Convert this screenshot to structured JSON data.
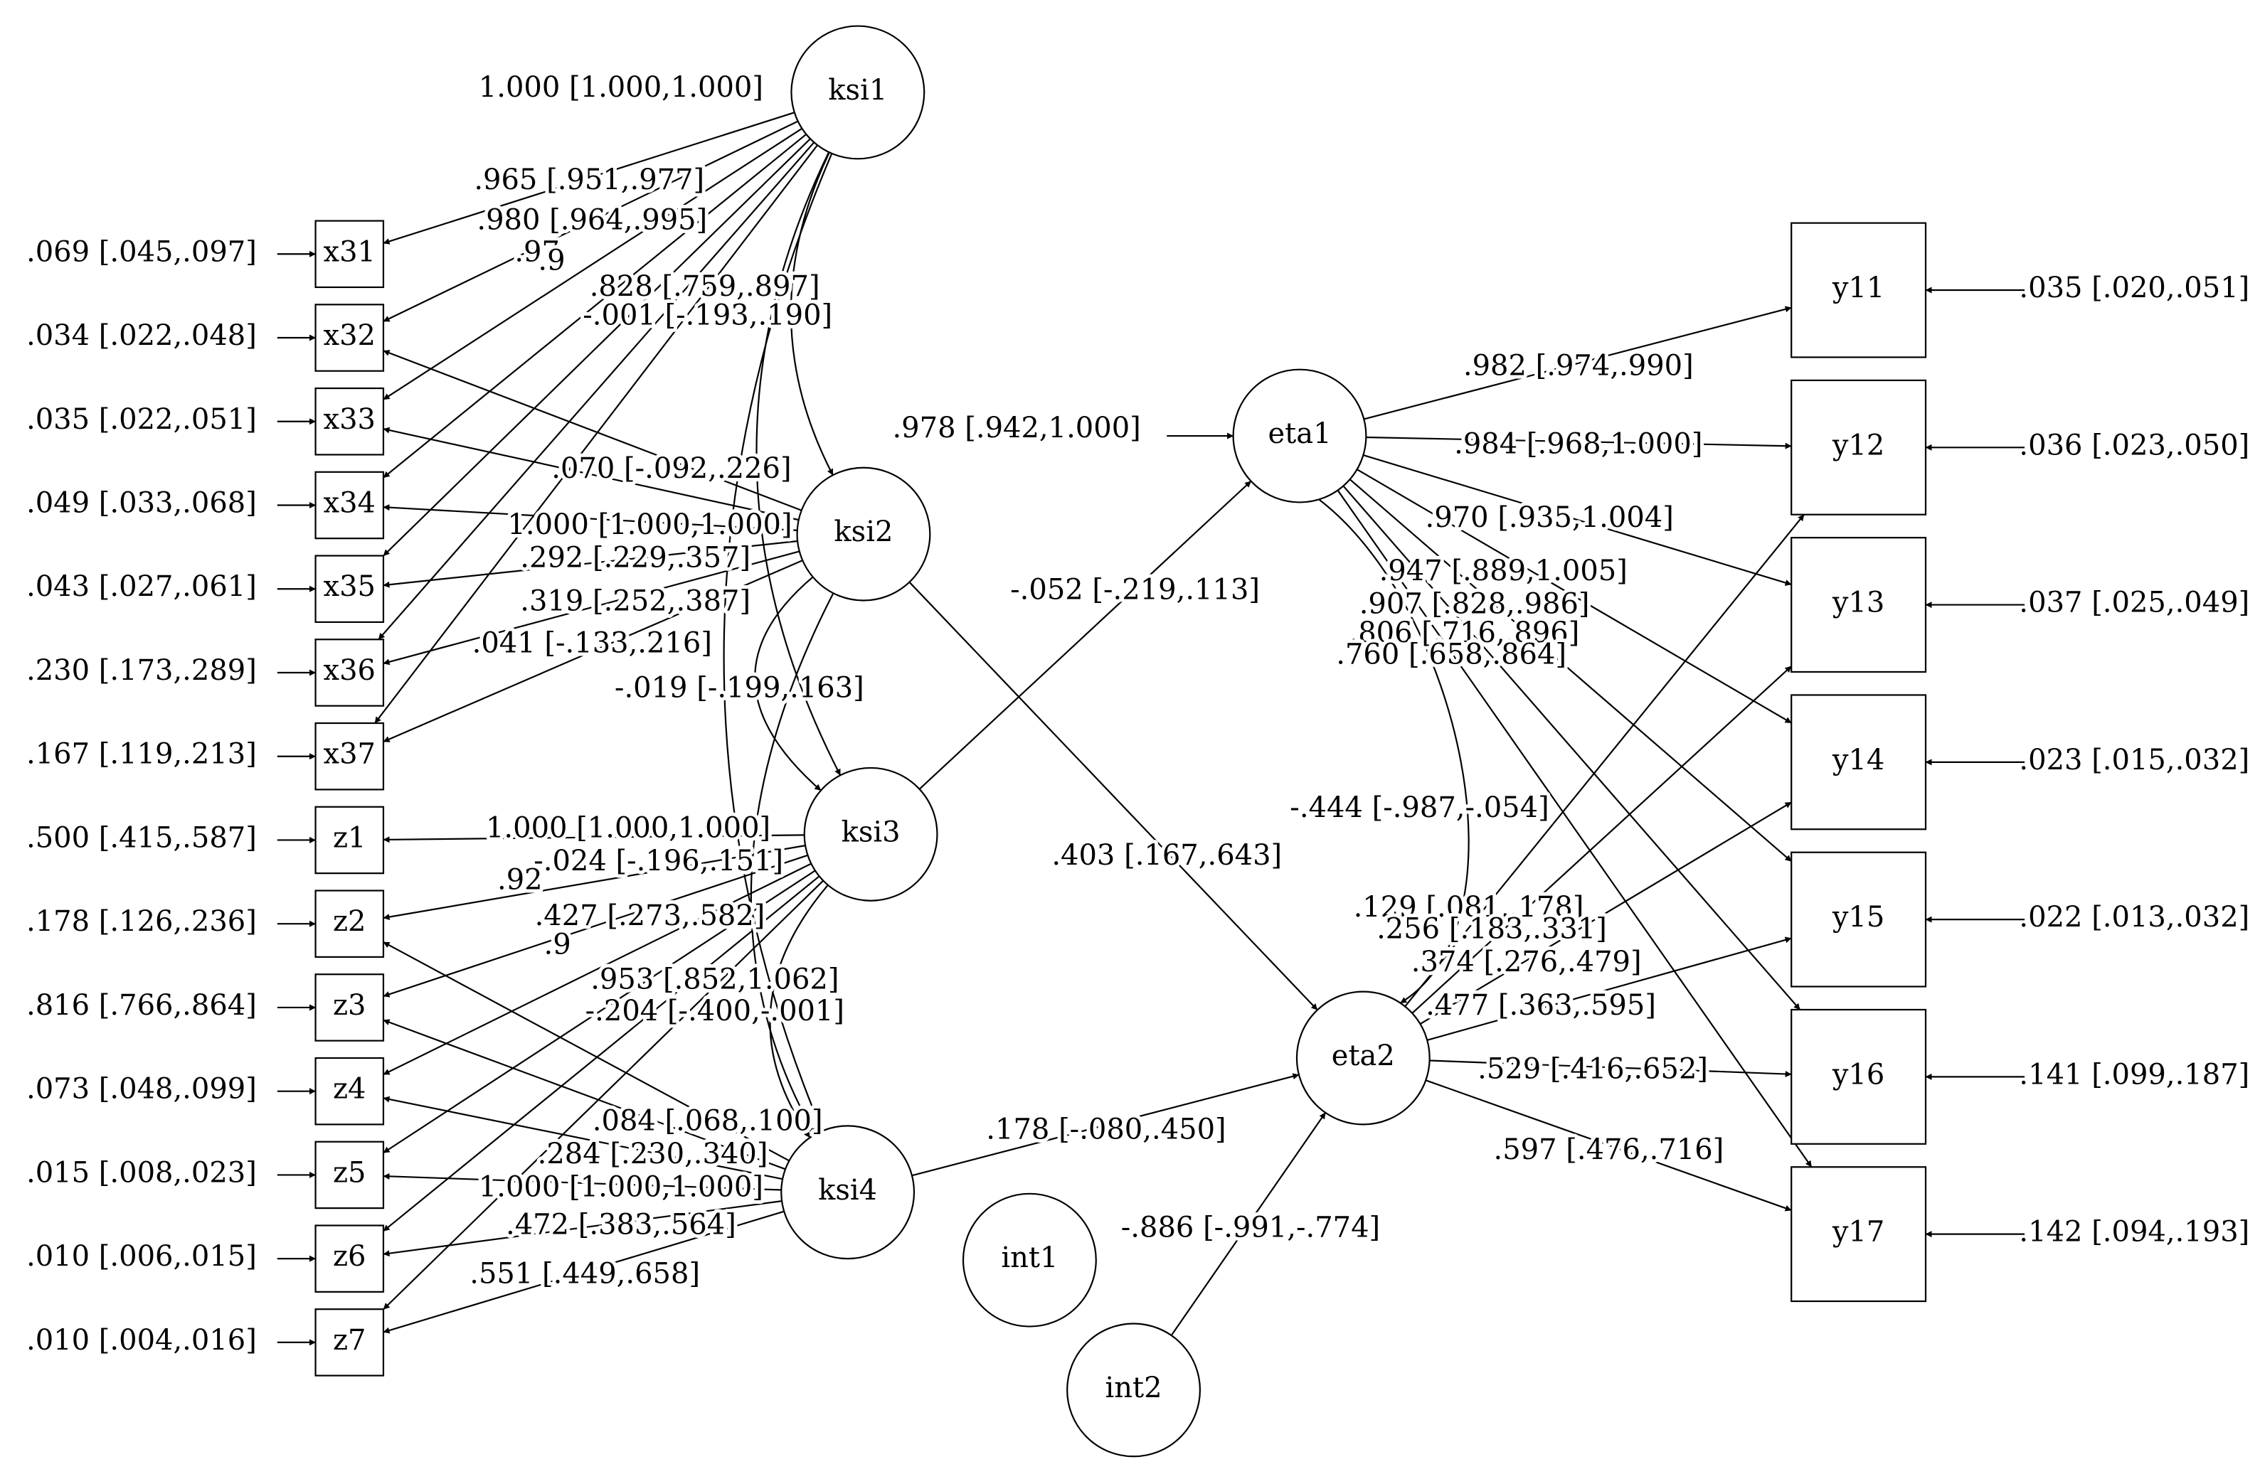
{
  "nodes": {
    "ksi1": {
      "label": "ksi1"
    },
    "ksi2": {
      "label": "ksi2"
    },
    "ksi3": {
      "label": "ksi3"
    },
    "ksi4": {
      "label": "ksi4"
    },
    "eta1": {
      "label": "eta1"
    },
    "eta2": {
      "label": "eta2"
    },
    "int1": {
      "label": "int1"
    },
    "int2": {
      "label": "int2"
    },
    "x31": {
      "label": "x31"
    },
    "x32": {
      "label": "x32"
    },
    "x33": {
      "label": "x33"
    },
    "x34": {
      "label": "x34"
    },
    "x35": {
      "label": "x35"
    },
    "x36": {
      "label": "x36"
    },
    "x37": {
      "label": "x37"
    },
    "z1": {
      "label": "z1"
    },
    "z2": {
      "label": "z2"
    },
    "z3": {
      "label": "z3"
    },
    "z4": {
      "label": "z4"
    },
    "z5": {
      "label": "z5"
    },
    "z6": {
      "label": "z6"
    },
    "z7": {
      "label": "z7"
    },
    "y11": {
      "label": "y11"
    },
    "y12": {
      "label": "y12"
    },
    "y13": {
      "label": "y13"
    },
    "y14": {
      "label": "y14"
    },
    "y15": {
      "label": "y15"
    },
    "y16": {
      "label": "y16"
    },
    "y17": {
      "label": "y17"
    }
  },
  "residuals": {
    "x31": ".069 [.045,.097]",
    "x32": ".034 [.022,.048]",
    "x33": ".035 [.022,.051]",
    "x34": ".049 [.033,.068]",
    "x35": ".043 [.027,.061]",
    "x36": ".230 [.173,.289]",
    "x37": ".167 [.119,.213]",
    "z1": ".500 [.415,.587]",
    "z2": ".178 [.126,.236]",
    "z3": ".816 [.766,.864]",
    "z4": ".073 [.048,.099]",
    "z5": ".015 [.008,.023]",
    "z6": ".010 [.006,.015]",
    "z7": ".010 [.004,.016]",
    "y11": ".035 [.020,.051]",
    "y12": ".036 [.023,.050]",
    "y13": ".037 [.025,.049]",
    "y14": ".023 [.015,.032]",
    "y15": ".022 [.013,.032]",
    "y16": ".141 [.099,.187]",
    "y17": ".142 [.094,.193]",
    "eta1": ".978 [.942,1.000]"
  },
  "edge_labels": {
    "ksi1_x31": "1.000 [1.000,1.000]",
    "ksi1_x32": ".965 [.951,.977]",
    "ksi1_x33": ".980 [.964,.995]",
    "ksi1_x34": ".97",
    "ksi1_x35": ".9",
    "ksi1_x36": ".828 [.759,.897]",
    "ksi1_x37": "-.001 [-.193,.190]",
    "ksi2_x32": ".070 [-.092,.226]",
    "ksi2_x35": "1.000 [1.000,1.000]",
    "ksi2_x36": ".292 [.229,.357]",
    "ksi2_x37": ".319 [.252,.387]",
    "ksi2_x34": ".041 [-.133,.216]",
    "ksi1_ksi3": "-.019 [-.199,.163]",
    "ksi3_z1": "1.000 [1.000,1.000]",
    "ksi2_ksi3": "-.024 [-.196,.151]",
    "ksi3_z2": ".92",
    "ksi3_z3": ".427 [.273,.582]",
    "ksi3_z4": ".9",
    "ksi3_z5": ".953 [.852,1.062]",
    "ksi2_ksi4": "-.204 [-.400,-.001]",
    "ksi4_z2": ".084 [.068,.100]",
    "ksi4_z3": ".284 [.230,.340]",
    "ksi4_z5": "1.000 [1.000,1.000]",
    "ksi4_z6": ".472 [.383,.564]",
    "ksi4_z7": ".551 [.449,.658]",
    "ksi3_eta1": "-.052 [-.219,.113]",
    "ksi2_eta2": ".403 [.167,.643]",
    "ksi4_eta2": ".178 [-.080,.450]",
    "int2_eta2": "-.886 [-.991,-.774]",
    "eta1_eta2": "-.444 [-.987,-.054]",
    "eta1_y11": ".982 [.974,.990]",
    "eta1_y12": ".984 [.968,1.000]",
    "eta1_y13": ".970 [.935,1.004]",
    "eta1_y14": ".947 [.889,1.005]",
    "eta1_y15": ".907 [.828,.986]",
    "eta1_y16": ".806 [.716,.896]",
    "eta1_y17": ".760 [.658,.864]",
    "eta2_y12": ".129 [.081,.178]",
    "eta2_y13": ".256 [.183,.331]",
    "eta2_y14": ".374 [.276,.479]",
    "eta2_y15": ".477 [.363,.595]",
    "eta2_y16": ".529 [.416,.652]",
    "eta2_y17": ".597 [.476,.716]"
  }
}
